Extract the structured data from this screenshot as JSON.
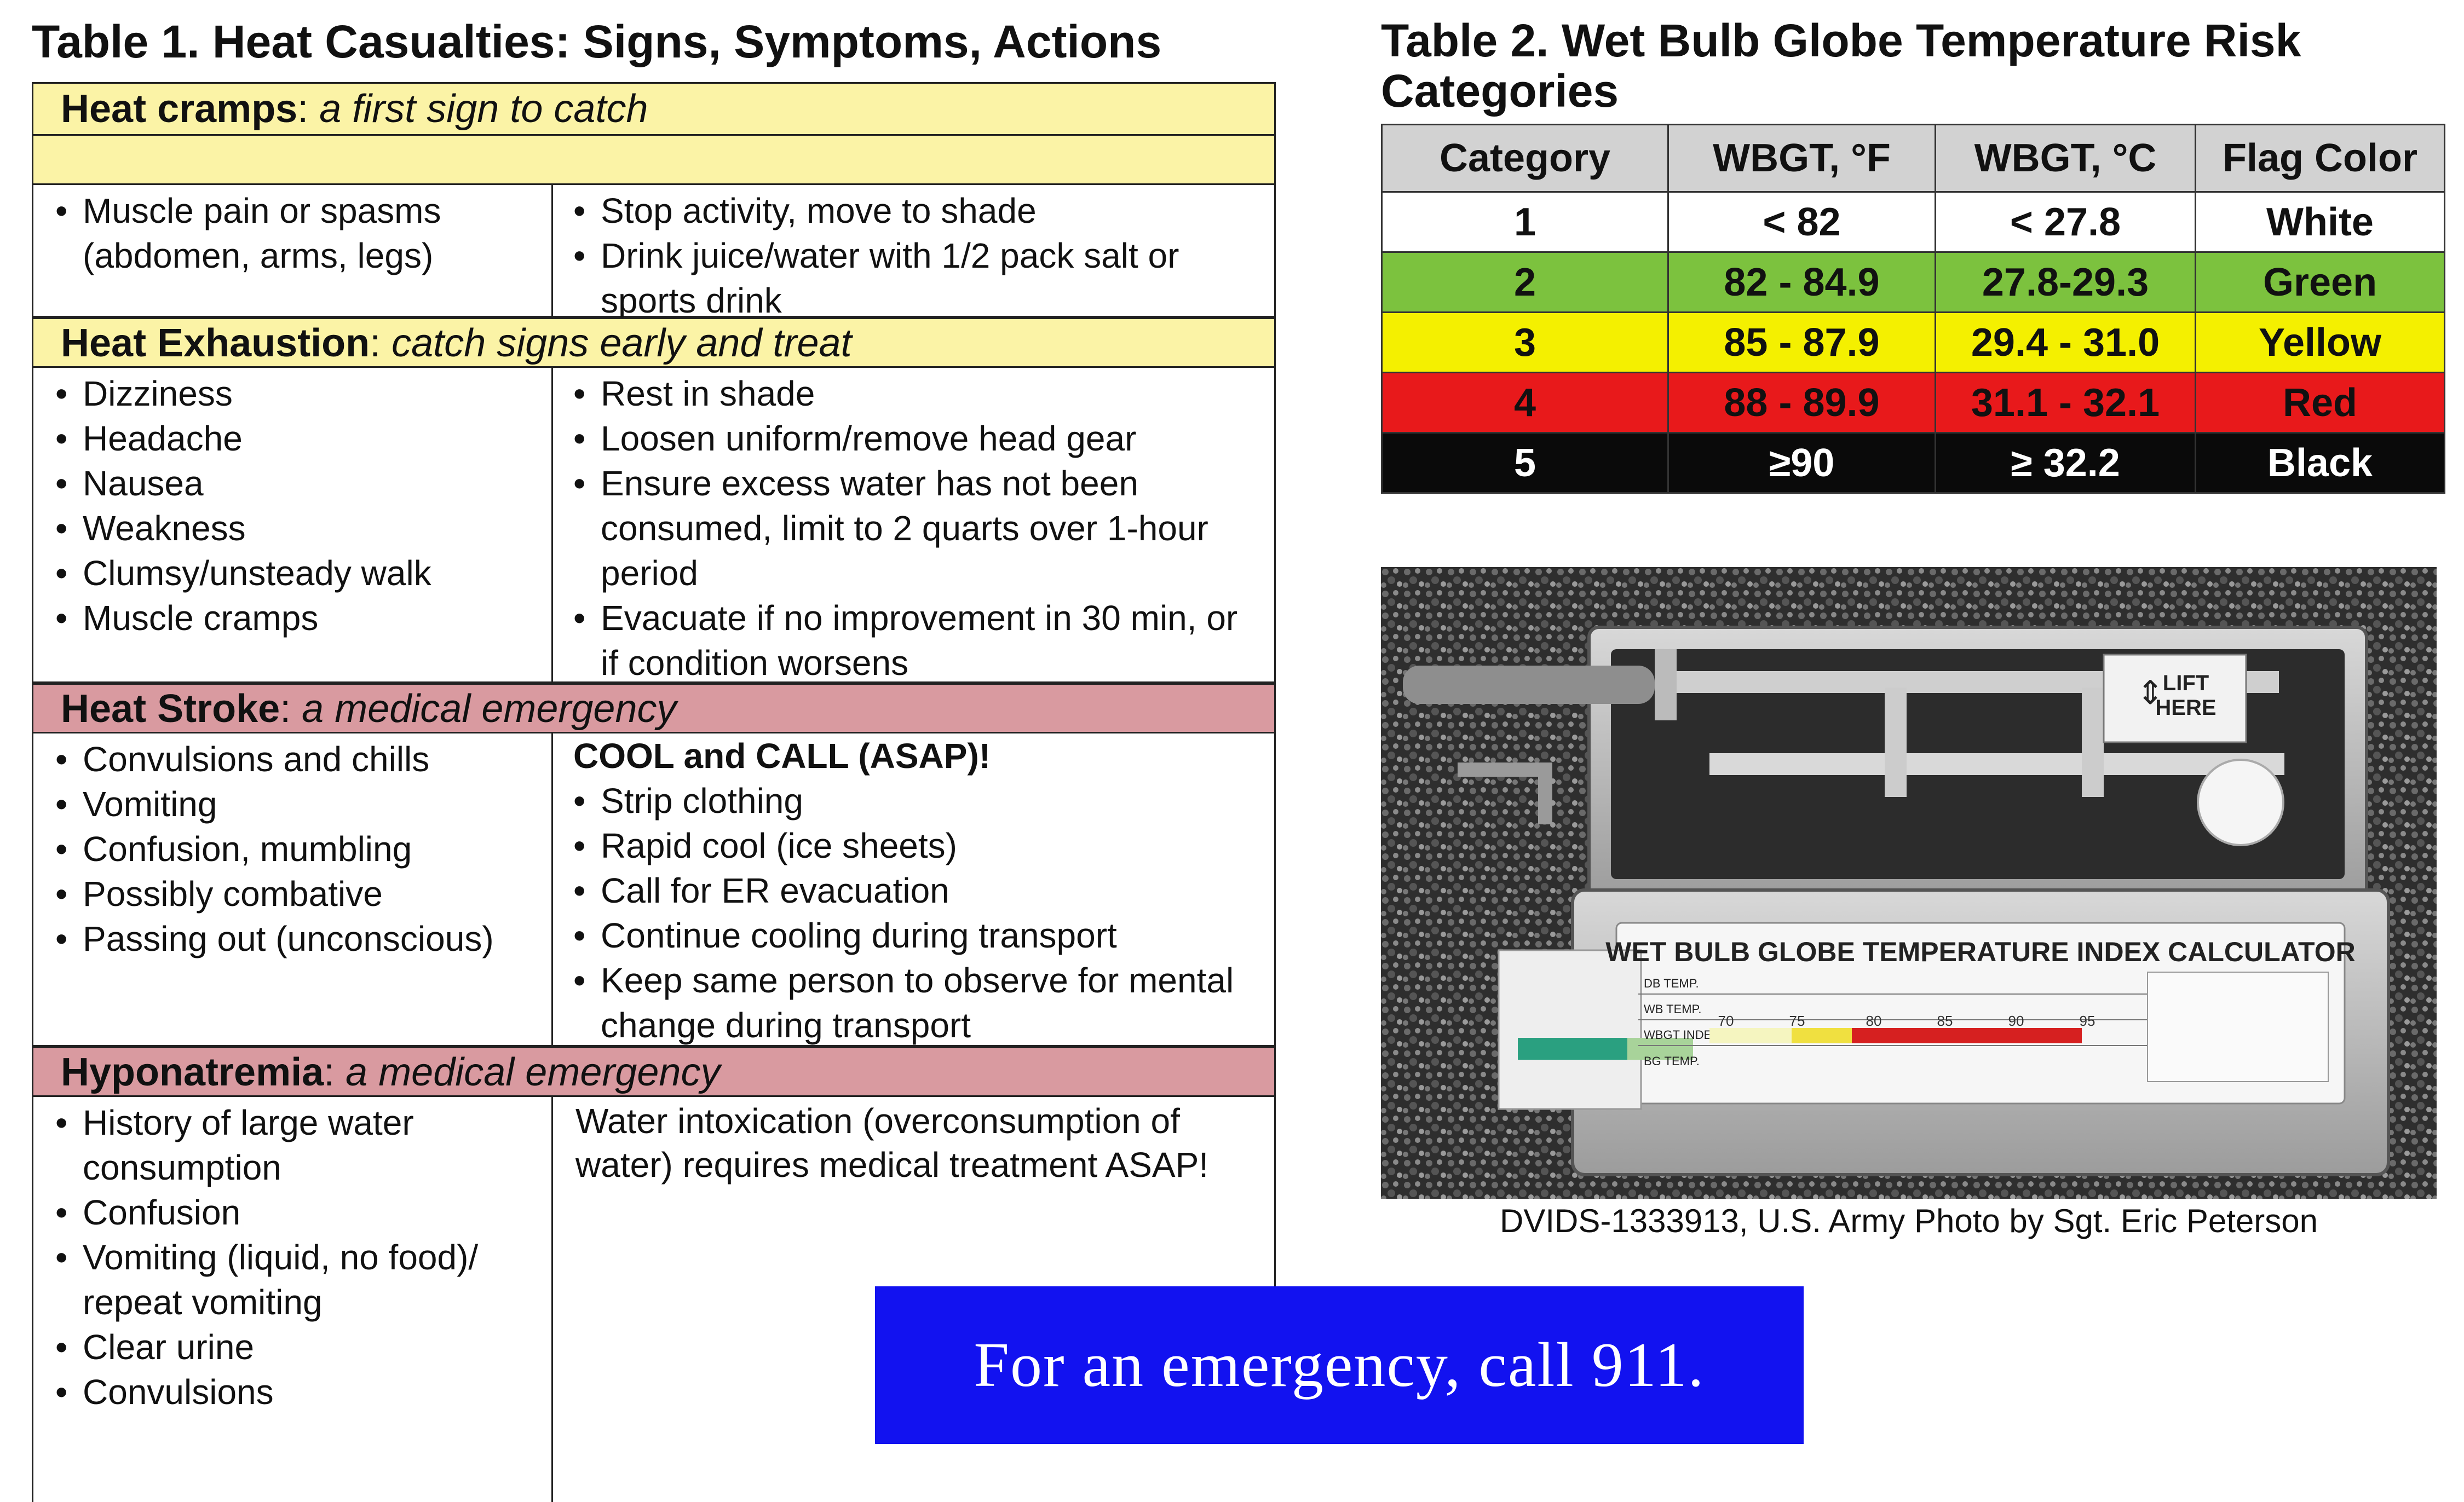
{
  "table1": {
    "title": "Table 1. Heat Casualties: Signs, Symptoms, Actions",
    "sections": [
      {
        "name": "Heat cramps",
        "subtitle": "a first sign to catch",
        "color": "#fbf3a6",
        "signs": [
          "Muscle pain or spasms (abdomen, arms, legs)"
        ],
        "actions": [
          "Stop activity, move to shade",
          "Drink juice/water with 1/2 pack salt or sports drink"
        ]
      },
      {
        "name": "Heat Exhaustion",
        "subtitle": "catch signs early and treat",
        "color": "#fbf3a6",
        "signs": [
          "Dizziness",
          "Headache",
          "Nausea",
          "Weakness",
          "Clumsy/unsteady walk",
          "Muscle cramps"
        ],
        "actions": [
          "Rest in shade",
          "Loosen uniform/remove head gear",
          "Ensure excess water has not been consumed, limit to 2 quarts over 1-hour period",
          "Evacuate if no improvement in 30 min, or if condition worsens"
        ]
      },
      {
        "name": "Heat Stroke",
        "subtitle": "a medical emergency",
        "color": "#d99aa0",
        "signs": [
          "Convulsions and chills",
          "Vomiting",
          "Confusion, mumbling",
          "Possibly combative",
          "Passing out (unconscious)"
        ],
        "actions_heading": "COOL and CALL (ASAP)!",
        "actions": [
          "Strip clothing",
          "Rapid cool (ice sheets)",
          "Call for ER evacuation",
          "Continue cooling during transport",
          "Keep same person to observe for mental change during transport"
        ]
      },
      {
        "name": "Hyponatremia",
        "subtitle": "a medical emergency",
        "color": "#d99aa0",
        "signs": [
          "History of large water consumption",
          "Confusion",
          "Vomiting (liquid, no food)/ repeat vomiting",
          "Clear urine",
          "Convulsions"
        ],
        "actions_text": "Water intoxication (overconsumption of water) requires medical treatment ASAP!"
      }
    ]
  },
  "table2": {
    "title": "Table 2. Wet Bulb Globe Temperature Risk Categories",
    "headers": [
      "Category",
      "WBGT, °F",
      "WBGT, °C",
      "Flag Color"
    ],
    "rows": [
      {
        "cells": [
          "1",
          "< 82",
          "< 27.8",
          "White"
        ],
        "bg": "#ffffff",
        "fg": "#111111"
      },
      {
        "cells": [
          "2",
          "82 - 84.9",
          "27.8-29.3",
          "Green"
        ],
        "bg": "#7cc23e",
        "fg": "#111111"
      },
      {
        "cells": [
          "3",
          "85 - 87.9",
          "29.4 - 31.0",
          "Yellow"
        ],
        "bg": "#f4f000",
        "fg": "#111111"
      },
      {
        "cells": [
          "4",
          "88 - 89.9",
          "31.1 - 32.1",
          "Red"
        ],
        "bg": "#e8191b",
        "fg": "#111111"
      },
      {
        "cells": [
          "5",
          "≥90",
          "≥ 32.2",
          "Black"
        ],
        "bg": "#0a0a0a",
        "fg": "#ffffff"
      }
    ]
  },
  "photo": {
    "device_title": "WET BULB  GLOBE TEMPERATURE INDEX CALCULATOR",
    "lift_label": "LIFT HERE",
    "row_labels": [
      "DB TEMP.",
      "WB TEMP.",
      "WBGT INDEX",
      "BG TEMP."
    ],
    "scale_numbers": [
      "70",
      "75",
      "80",
      "85",
      "90",
      "95"
    ],
    "caption": "DVIDS-1333913, U.S. Army Photo by Sgt. Eric Peterson"
  },
  "banner": {
    "text": "For an emergency, call 911.",
    "color": "#1212f0"
  }
}
